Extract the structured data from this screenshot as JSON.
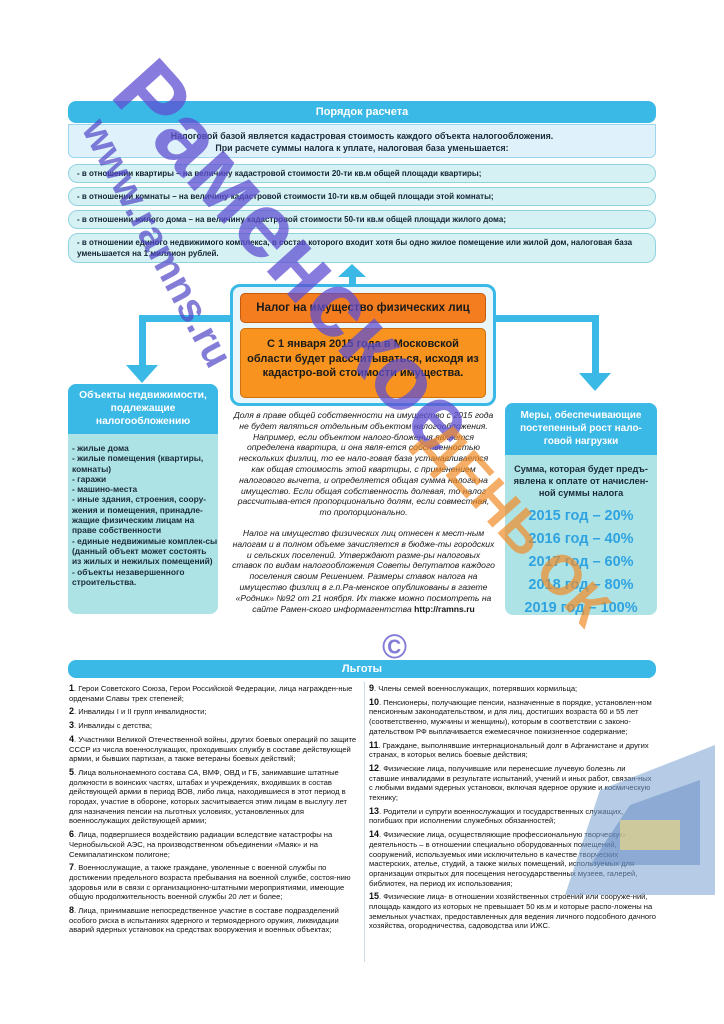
{
  "calc": {
    "header": "Порядок расчета",
    "intro_1": "Налоговой базой является кадастровая стоимость каждого объекта налогообложения.",
    "intro_2": "При расчете суммы налога к уплате, налоговая база уменьшается:",
    "rows": [
      "- в отношении квартиры – на величину кадастровой стоимости 20-ти кв.м общей площади квартиры;",
      "- в отношении комнаты – на величину кадастровой стоимости 10-ти кв.м общей площади этой комнаты;",
      "- в отношении жилого дома – на величину кадастровой стоимости 50-ти кв.м общей площади жилого дома;",
      "- в отношении единого недвижимого комплекса, в состав которого входит хотя бы одно жилое помещение или жилой  дом, налоговая база уменьшается на 1 миллион рублей."
    ]
  },
  "center": {
    "title": "Налог на имущество физических лиц",
    "text": "С 1 января 2015 года в Московской области будет рассчитываться, исходя из кадастро-вой стоимости имущества."
  },
  "objects": {
    "header": "Объекты недвижимости, подлежащие налогообложению",
    "items": [
      "- жилые дома",
      "- жилые помещения (квартиры, комнаты)",
      "- гаражи",
      "- машино-места",
      "- иные здания, строения, соору-жения и помещения, принадле-жащие физическим лицам на праве собственности",
      "- единые недвижимые комплек-сы (данный объект может состоять из жилых и нежилых помещений)",
      "- объекты незавершенного строительства."
    ]
  },
  "middle": {
    "para1": "Доля в праве общей собственности на имущество с 2015 года не будет являться отдельным объектом налогообложения. Например, если объектом налого-бложения является определена квартира, и она явля-ется собственностью нескольких физлиц, то ее нало-говая база устанавливается как общая стоимость этой квартиры, с применением налогового вычета, и определяется общая сумма налога на имущество. Если общая собственность долевая, то налог рассчитыва-ется пропорционально долям, если совместная, то пропорционально.",
    "para2": "Налог на имущество физических лиц отнесен к мест-ным налогам и в полном объеме зачисляется в бюдже-ты городских и сельских поселений. Утверждают разме-ры налоговых ставок по видам налогообложения Советы депутатов каждого поселения своим Решением. Размеры ставок налога на имущество физлиц в г.п.Ра-менское опубликованы в газете «Родник» №92 от 21 ноября. Их также можно посмотреть на сайте Рамен-ского информагентства",
    "link": "http://ramns.ru"
  },
  "measures": {
    "header": "Меры, обеспечивающие постепенный рост нало-говой нагрузки",
    "subtitle": "Сумма, которая будет предъ-явлена к оплате от начислен-ной суммы налога",
    "years": [
      "2015 год – 20%",
      "2016 год – 40%",
      "2017 год – 60%",
      "2018 год – 80%",
      "2019 год – 100%"
    ]
  },
  "benefits": {
    "header": "Льготы",
    "left": [
      {
        "num": "1",
        "text": ". Герои Советского Союза, Герои Российской Федерации, лица награжден-ные орденами Славы трех степеней;"
      },
      {
        "num": "2",
        "text": ". Инвалиды I и II групп инвалидности;"
      },
      {
        "num": "3",
        "text": ". Инвалиды с детства;"
      },
      {
        "num": "4",
        "text": ". Участники Великой Отечественной войны, других боевых операций по защите СССР из числа военнослужащих, проходивших службу в составе действующей армии, и бывших партизан, а также ветераны боевых действий;"
      },
      {
        "num": "5",
        "text": ". Лица вольнонаемного состава СА, ВМФ, ОВД и ГБ, занимавшие штатные должности в воинских частях, штабах и учреждениях, входивших в состав действующей армии в период ВОВ, либо лица, находившиеся в этот период в городах, участие в обороне, которых засчитывается этим лицам в выслугу лет для назначения пенсии на льготных условиях, установленных для военнослужащих действующей армии;"
      },
      {
        "num": "6",
        "text": ". Лица, подвергшиеся воздействию радиации вследствие катастрофы на Чернобыльской АЭС, на производственном объединении «Маяк» и на Семипалатинском полигоне;"
      },
      {
        "num": "7",
        "text": ". Военнослужащие, а также граждане, уволенные с военной службы по достижении предельного возраста пребывания на военной службе, состоя-нию здоровья или в связи с организационно-штатными мероприятиями, имеющие общую продолжительность военной службы 20 лет и более;"
      },
      {
        "num": "8",
        "text": ". Лица, принимавшие непосредственное участие в составе подразделений особого риска в испытаниях ядерного и термоядерного оружия, ликвидации аварий ядерных установок на средствах вооружения и военных объектах;"
      }
    ],
    "right": [
      {
        "num": "9",
        "text": ". Члены семей военнослужащих, потерявших кормильца;"
      },
      {
        "num": "10",
        "text": ". Пенсионеры, получающие пенсии, назначенные в порядке, установлен-ном пенсионным законодательством, и для лиц, достигших возраста 60 и 55 лет (соответственно, мужчины и женщины), которым в соответствии с законо-дательством РФ выплачивается ежемесячное пожизненное содержание;"
      },
      {
        "num": "11",
        "text": ". Граждане, выполнявшие интернациональный долг в Афганистане и других странах, в которых велись боевые действия;"
      },
      {
        "num": "12",
        "text": ". Физические лица, получившие или перенесшие лучевую болезнь ли ставшие инвалидами в результате испытаний, учений и иных работ, связан-ных с любыми видами ядерных установок, включая ядерное оружие и космическую технику;"
      },
      {
        "num": "13",
        "text": ". Родители и супруги военнослужащих и государственных служащих, погибших при исполнении служебных обязанностей;"
      },
      {
        "num": "14",
        "text": ". Физические лица, осуществляющие профессиональную творческую деятельность  – в отношении специально оборудованных помещений, сооружений, используемых ими исключительно в качестве творческих мастерских, ателье, студий, а также жилых помещений, используемых для организации открытых для посещения негосударственных музеев, галерей, библиотек, на период их использования;"
      },
      {
        "num": "15",
        "text": ". Физические лица- в отношении хозяйственных строений или сооруже-ний, площадь каждого из которых не превышает 50 кв.м и которые распо-ложены на земельных участках, предоставленных для ведения личного подсобного дачного хозяйства, огородничества, садоводства или ИЖС."
      }
    ]
  },
  "watermark": {
    "main": "Раменское",
    "url": "www.ramns.ru",
    "orange": "ДЕНЬ ОК",
    "symbol": "©"
  }
}
